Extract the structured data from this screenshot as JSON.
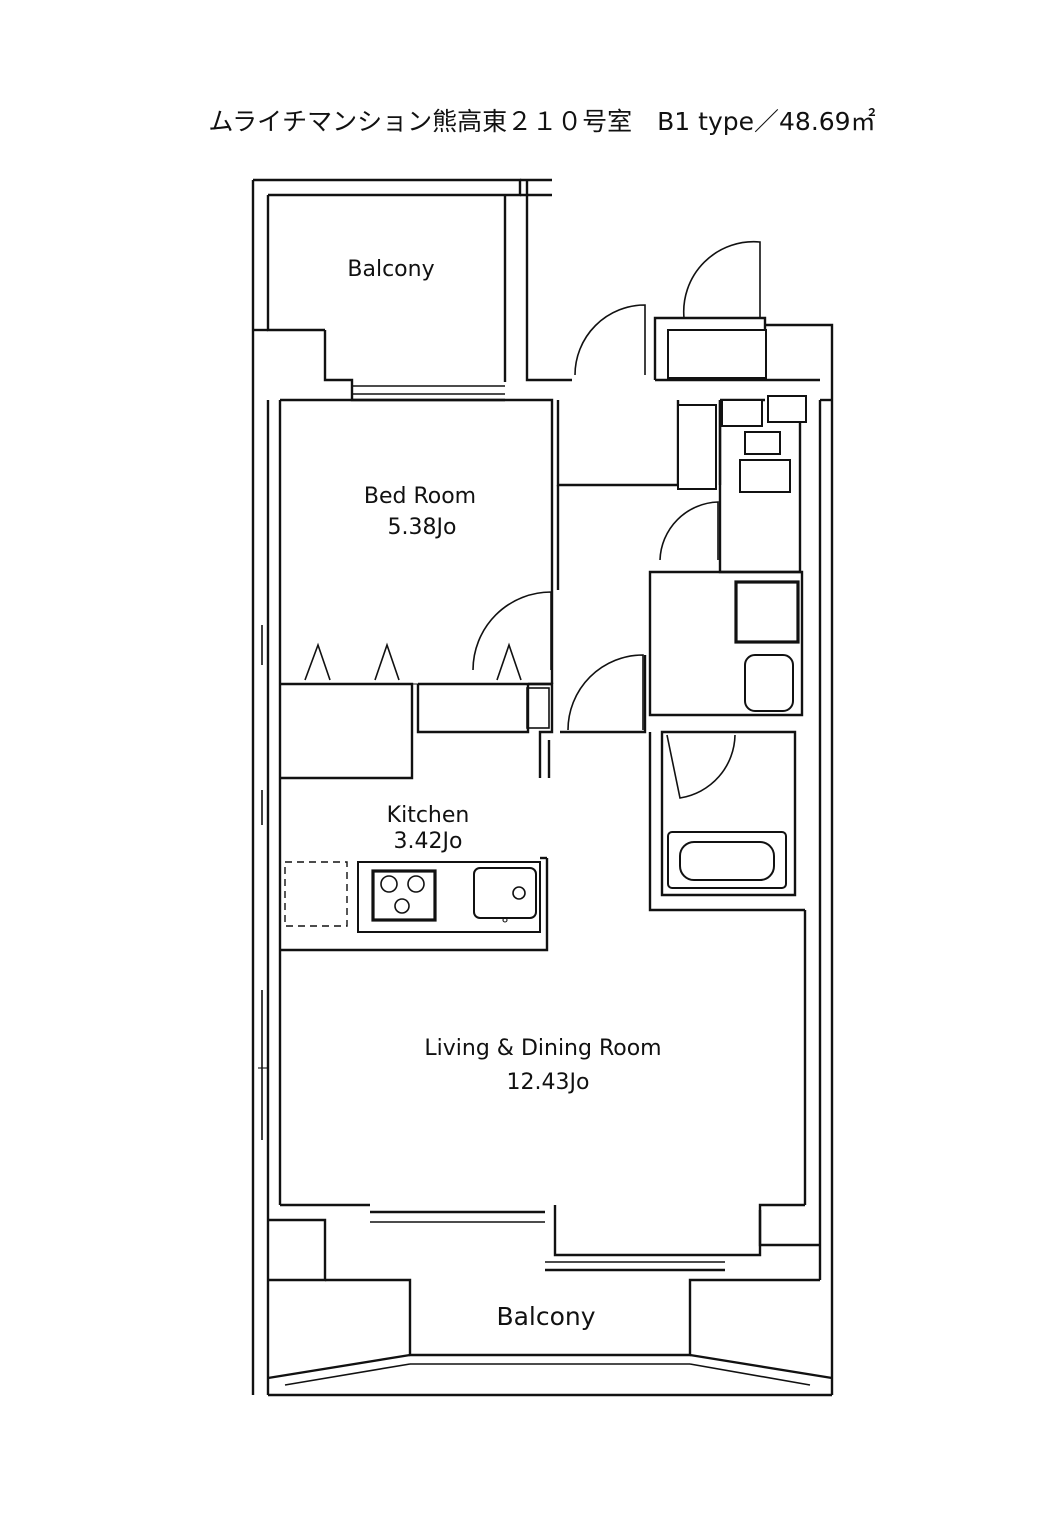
{
  "header": {
    "title": "ムライチマンション熊高東２１０号室　B1 type／48.69㎡"
  },
  "rooms": {
    "balcony_top": {
      "name": "Balcony"
    },
    "bedroom": {
      "name": "Bed Room",
      "area": "5.38Jo"
    },
    "kitchen": {
      "name": "Kitchen",
      "area": "3.42Jo"
    },
    "living": {
      "name": "Living & Dining Room",
      "area": "12.43Jo"
    },
    "balcony_bottom": {
      "name": "Balcony"
    }
  }
}
